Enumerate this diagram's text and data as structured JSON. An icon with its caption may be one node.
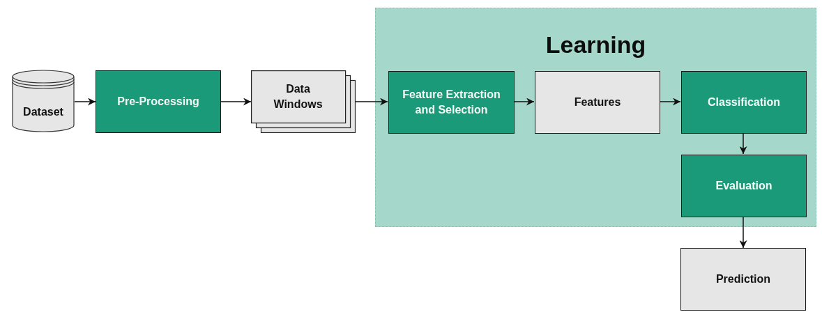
{
  "diagram": {
    "nodes": [
      {
        "text": [
          "Dataset"
        ]
      },
      {
        "text": [
          "Pre-Processing"
        ]
      },
      {
        "text": [
          "Data Windows"
        ]
      },
      {
        "text": [
          "Learning"
        ]
      },
      {
        "text": [
          "Feature Extraction and Selection"
        ],
        "in": 3
      },
      {
        "text": [
          "Features"
        ],
        "in": 3
      },
      {
        "text": [
          "Classification"
        ],
        "in": 3
      },
      {
        "text": [
          "Evaluation"
        ],
        "in": 3
      },
      {
        "text": [
          "Prediction"
        ]
      }
    ],
    "edges": [
      {
        "from": 0,
        "to": 1,
        "arrow": "to"
      },
      {
        "from": 1,
        "to": 2,
        "arrow": "to"
      },
      {
        "from": 2,
        "to": 4,
        "arrow": "to"
      },
      {
        "from": 4,
        "to": 5,
        "arrow": "to"
      },
      {
        "from": 5,
        "to": 6,
        "arrow": "to"
      },
      {
        "from": 6,
        "to": 7,
        "arrow": "to"
      },
      {
        "from": 7,
        "to": 8,
        "arrow": "to"
      }
    ]
  }
}
